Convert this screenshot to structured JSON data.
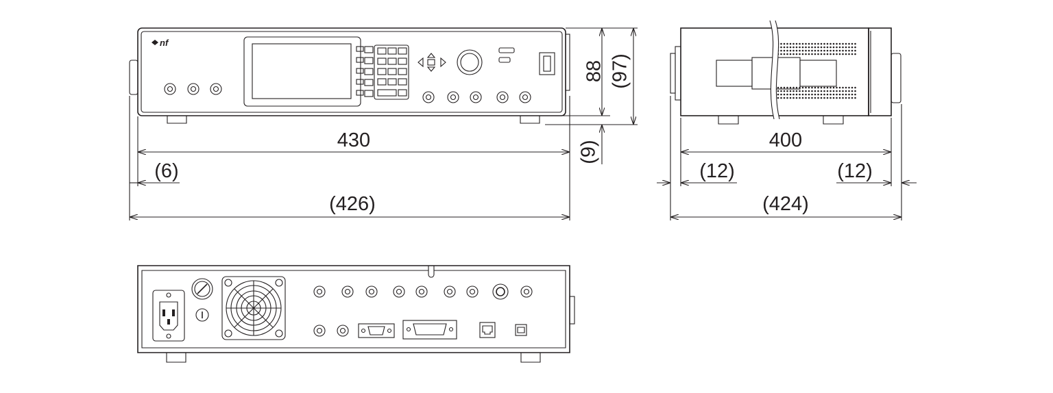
{
  "brand": {
    "logo_text": "nf"
  },
  "dimensions": {
    "front_width": "430",
    "foot_offset": "(6)",
    "front_total_width": "(426)",
    "height": "88",
    "height_total": "(97)",
    "foot_height": "(9)",
    "side_depth": "400",
    "side_left_protrusion": "(12)",
    "side_right_protrusion": "(12)",
    "side_total_depth": "(424)"
  },
  "views": [
    "front",
    "side",
    "rear"
  ],
  "colors": {
    "ink": "#231f20",
    "background": "#ffffff"
  }
}
